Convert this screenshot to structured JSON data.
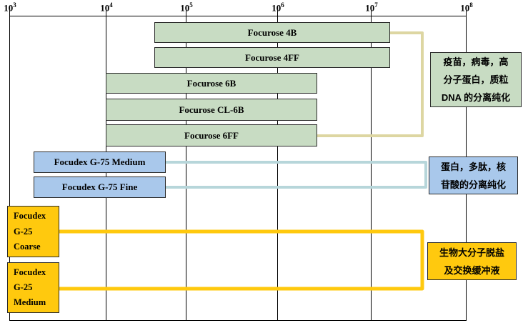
{
  "axis_ticks": [
    {
      "base": "10",
      "exp": "3"
    },
    {
      "base": "10",
      "exp": "4"
    },
    {
      "base": "10",
      "exp": "5"
    },
    {
      "base": "10",
      "exp": "6"
    },
    {
      "base": "10",
      "exp": "7"
    },
    {
      "base": "10",
      "exp": "8"
    }
  ],
  "bars": [
    {
      "label": "Focurose 4B"
    },
    {
      "label": "Focurose 4FF"
    },
    {
      "label": "Focurose 6B"
    },
    {
      "label": "Focurose CL-6B"
    },
    {
      "label": "Focurose 6FF"
    },
    {
      "label": "Focudex G-75 Medium"
    },
    {
      "label": "Focudex G-75 Fine"
    },
    {
      "label": "Focudex G-25 Coarse",
      "lines": [
        "Focudex",
        "G-25",
        "Coarse"
      ]
    },
    {
      "label": "Focudex G-25 Medium",
      "lines": [
        "Focudex",
        "G-25",
        "Medium"
      ]
    }
  ],
  "annotations": {
    "agarose": {
      "lines": [
        "疫苗，病毒，高",
        "分子蛋白，质粒",
        "DNA 的分离纯化"
      ]
    },
    "g75": {
      "lines": [
        "蛋白，多肽，核",
        "苷酸的分离纯化"
      ]
    },
    "g25": {
      "lines": [
        "生物大分子脱盐",
        "及交换缓冲液"
      ]
    }
  },
  "colors": {
    "bar-green": "#c8dcc3",
    "bar-blue": "#a9c8eb",
    "bar-gold": "#ffc90e",
    "bracket-beige": "#ddd6a2",
    "bracket-blue": "#b7d6da",
    "bracket-gold": "#ffc90e"
  },
  "chart_data": {
    "type": "bar",
    "subtype": "horizontal-range-bars",
    "title": "",
    "xlabel": "",
    "ylabel": "",
    "x_axis": {
      "scale": "log10",
      "range": [
        1000,
        100000000
      ],
      "tick_labels": [
        "10^3",
        "10^4",
        "10^5",
        "10^6",
        "10^7",
        "10^8"
      ],
      "position": "top"
    },
    "grid": "vertical-lines-at-each-decade",
    "series": [
      {
        "name": "Focurose 4B",
        "group": "agarose",
        "color": "#c8dcc3",
        "range": [
          40000,
          16000000
        ],
        "range_log10": [
          4.6,
          7.2
        ]
      },
      {
        "name": "Focurose 4FF",
        "group": "agarose",
        "color": "#c8dcc3",
        "range": [
          40000,
          16000000
        ],
        "range_log10": [
          4.6,
          7.2
        ]
      },
      {
        "name": "Focurose 6B",
        "group": "agarose",
        "color": "#c8dcc3",
        "range": [
          10000,
          2600000
        ],
        "range_log10": [
          4.0,
          6.4
        ]
      },
      {
        "name": "Focurose CL-6B",
        "group": "agarose",
        "color": "#c8dcc3",
        "range": [
          10000,
          2600000
        ],
        "range_log10": [
          4.0,
          6.4
        ]
      },
      {
        "name": "Focurose 6FF",
        "group": "agarose",
        "color": "#c8dcc3",
        "range": [
          10000,
          2600000
        ],
        "range_log10": [
          4.0,
          6.4
        ]
      },
      {
        "name": "Focudex G-75 Medium",
        "group": "dextran-g75",
        "color": "#a9c8eb",
        "range": [
          2000,
          56000
        ],
        "range_log10": [
          3.3,
          4.75
        ]
      },
      {
        "name": "Focudex G-75 Fine",
        "group": "dextran-g75",
        "color": "#a9c8eb",
        "range": [
          2000,
          56000
        ],
        "range_log10": [
          3.3,
          4.75
        ]
      },
      {
        "name": "Focudex G-25 Coarse",
        "group": "dextran-g25",
        "color": "#ffc90e",
        "range": [
          1000,
          3200
        ],
        "range_log10": [
          3.0,
          3.5
        ]
      },
      {
        "name": "Focudex G-25 Medium",
        "group": "dextran-g25",
        "color": "#ffc90e",
        "range": [
          1000,
          3200
        ],
        "range_log10": [
          3.0,
          3.5
        ]
      }
    ],
    "annotations": [
      {
        "group": "agarose",
        "text": "疫苗，病毒，高分子蛋白，质粒DNA 的分离纯化",
        "box_color": "#c8dcc3",
        "bracket_color": "#ddd6a2"
      },
      {
        "group": "dextran-g75",
        "text": "蛋白，多肽，核苷酸的分离纯化",
        "box_color": "#a9c8eb",
        "bracket_color": "#b7d6da"
      },
      {
        "group": "dextran-g25",
        "text": "生物大分子脱盐及交换缓冲液",
        "box_color": "#ffc90e",
        "bracket_color": "#ffc90e"
      }
    ],
    "legend": "none"
  }
}
